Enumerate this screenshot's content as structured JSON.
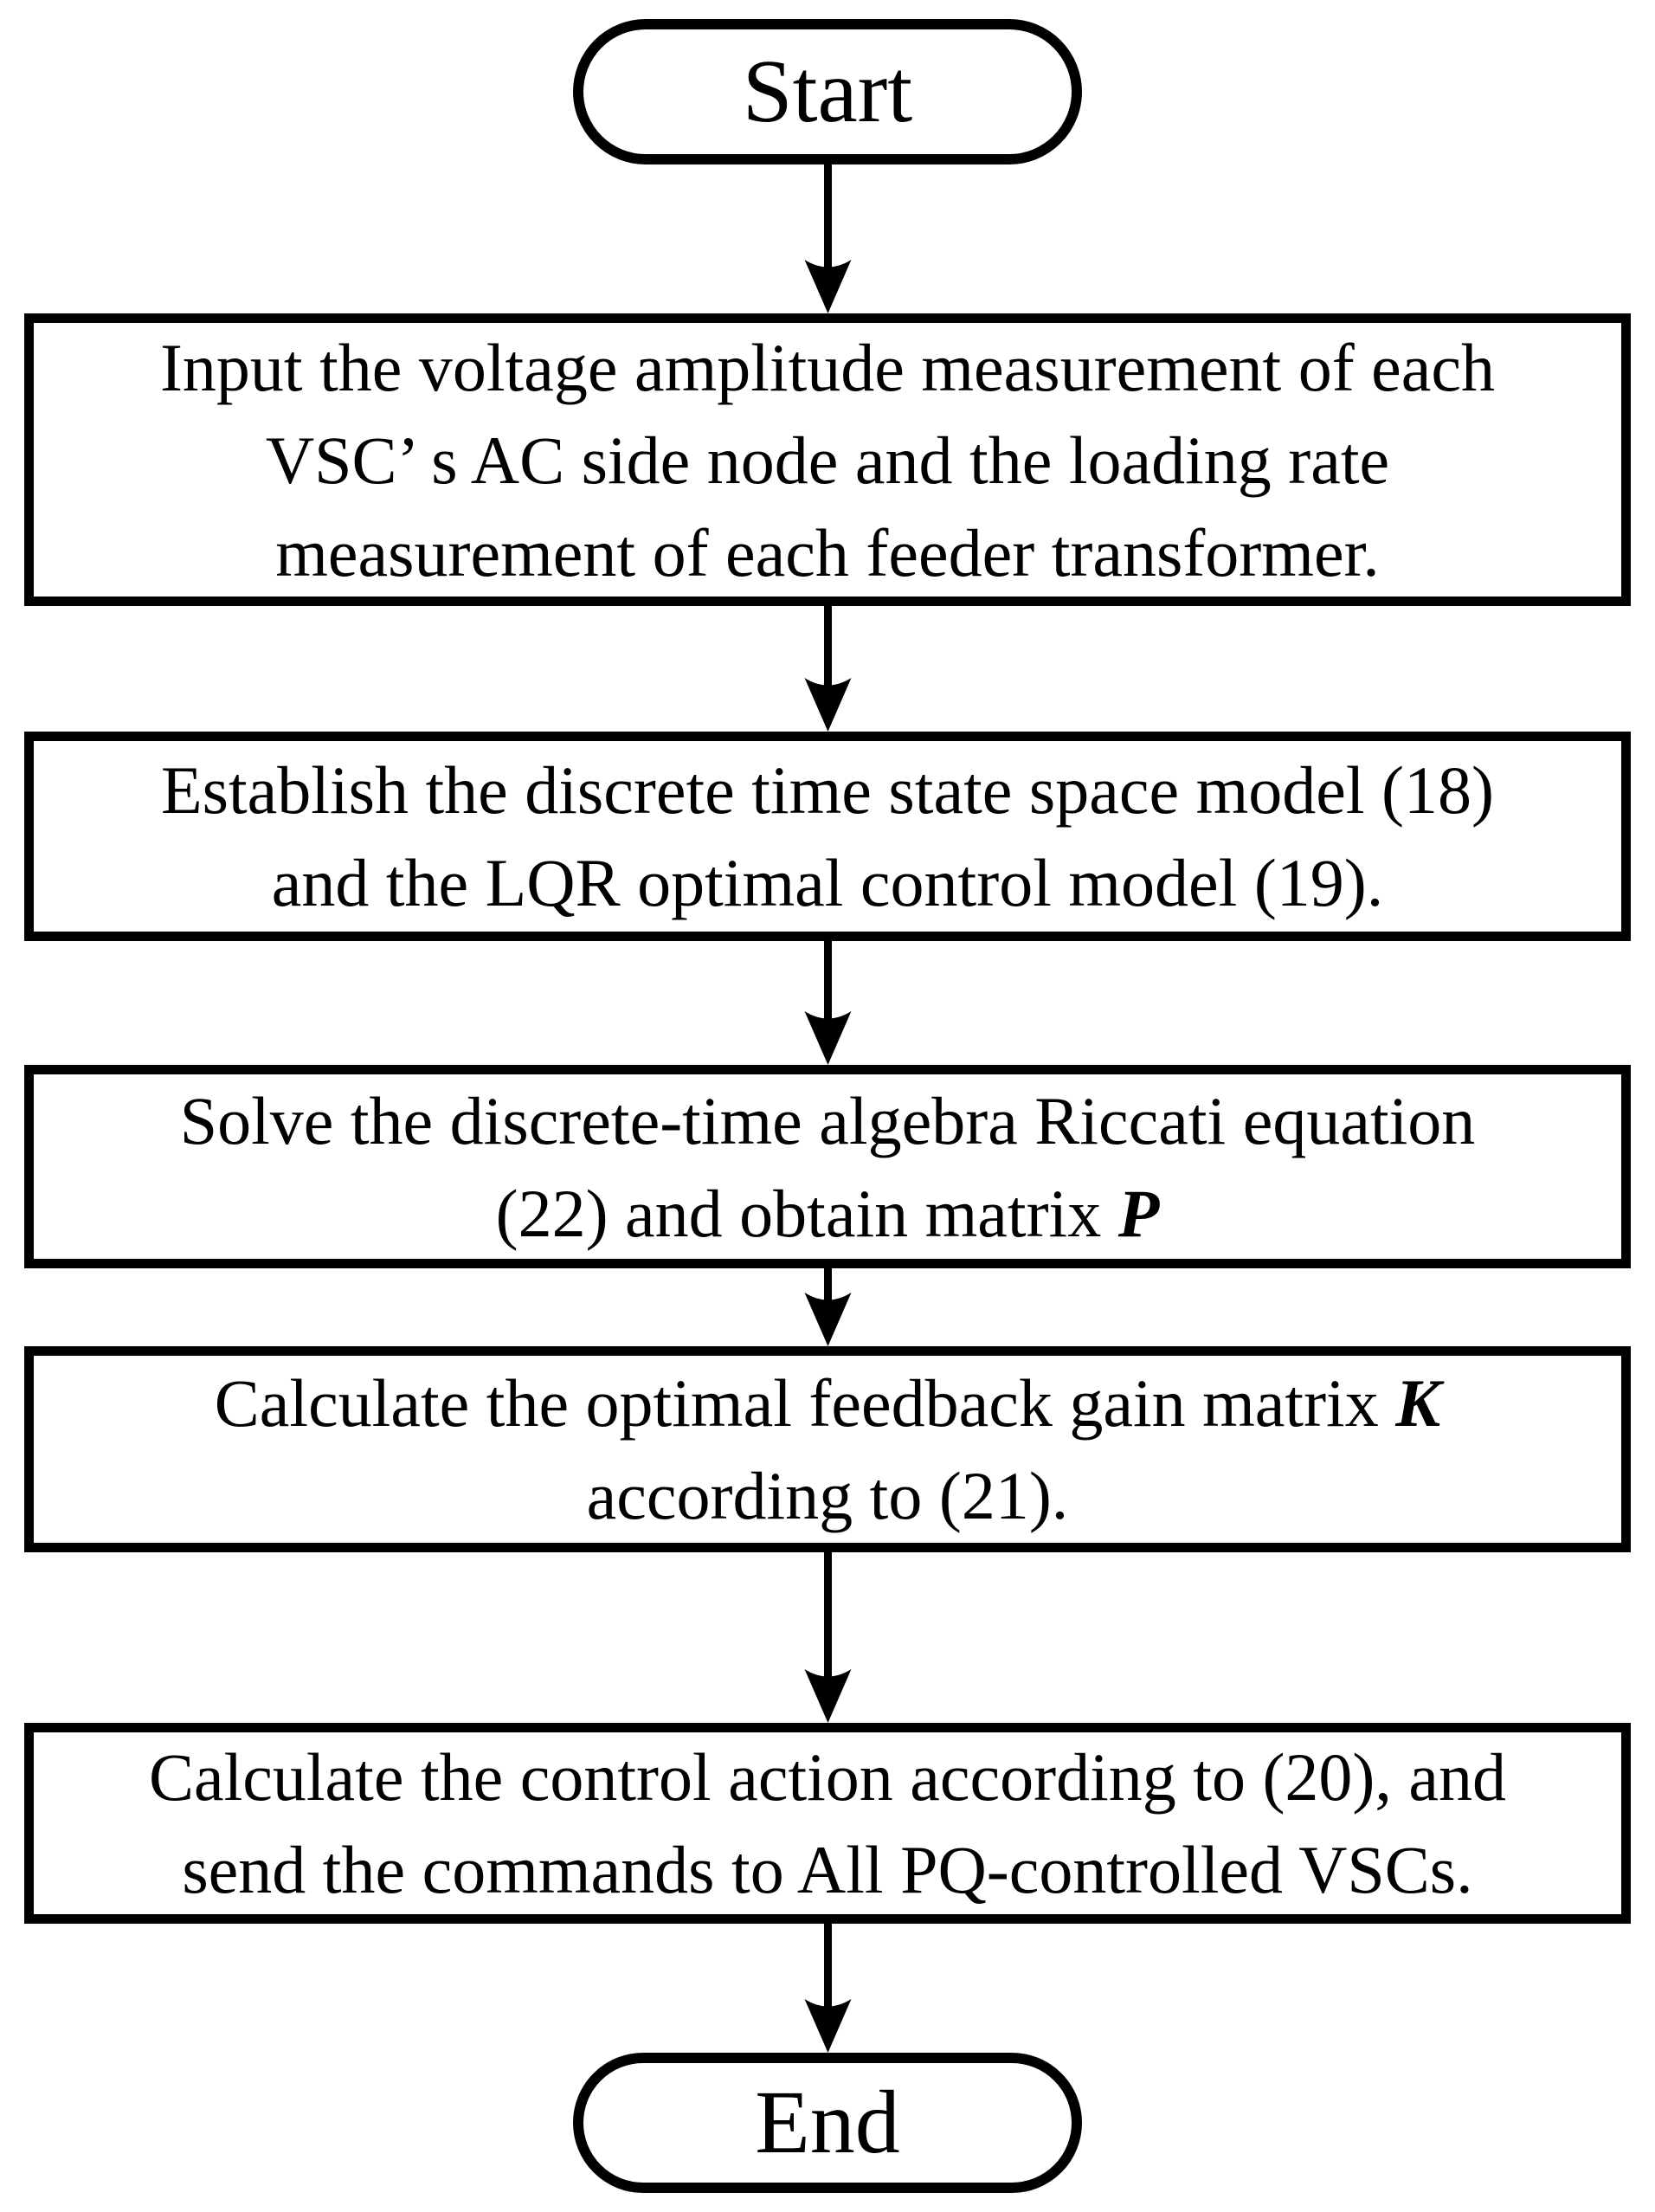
{
  "diagram": {
    "start": {
      "label": "Start"
    },
    "steps": [
      {
        "lines": [
          "Input the voltage amplitude measurement of each",
          "VSC’ s AC side node and the loading rate",
          "measurement of each feeder transformer."
        ]
      },
      {
        "lines": [
          "Establish the discrete time state space model (18)",
          "and the LQR optimal control model (19)."
        ]
      },
      {
        "line1": "Solve the discrete-time algebra Riccati equation",
        "line2_pre": "(22) and obtain matrix ",
        "matrix_var": "P"
      },
      {
        "line1_pre": "Calculate the optimal feedback gain matrix ",
        "matrix_var": "K",
        "line2": "according to (21)."
      },
      {
        "lines": [
          "Calculate the control action according to (20), and",
          "send the commands to All PQ-controlled VSCs."
        ]
      }
    ],
    "end": {
      "label": "End"
    },
    "colors": {
      "ink": "#000000",
      "background": "#ffffff"
    }
  }
}
